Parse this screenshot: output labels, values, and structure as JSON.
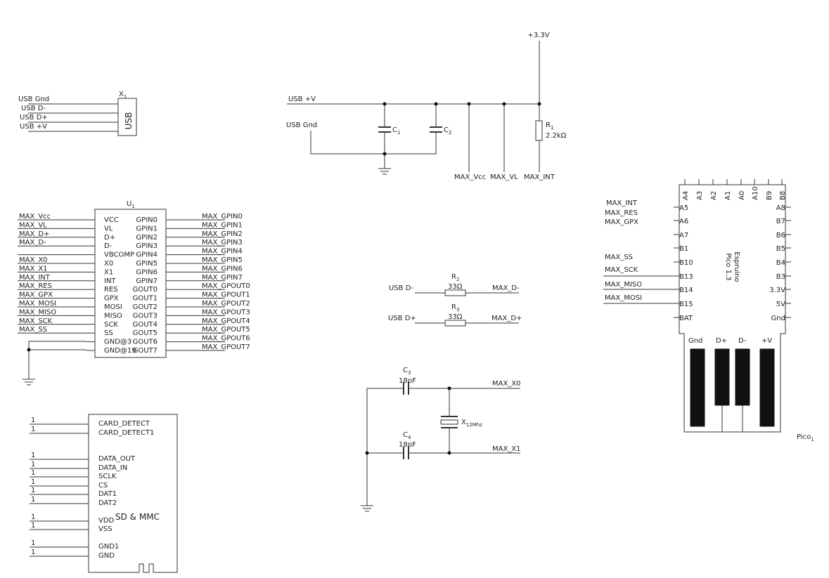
{
  "usb_connector": {
    "ref": "X",
    "ref_sub": "1",
    "body_label": "USB",
    "pins": [
      "USB Gnd",
      "USB D-",
      "USB D+",
      "USB +V"
    ]
  },
  "power": {
    "supply": "+3.3V",
    "usb_v": "USB +V",
    "usb_gnd": "USB Gnd",
    "c1": {
      "ref": "C",
      "sub": "1"
    },
    "c2": {
      "ref": "C",
      "sub": "2"
    },
    "r1": {
      "ref": "R",
      "sub": "1",
      "value": "2.2kΩ"
    },
    "nets": [
      "MAX_Vcc",
      "MAX_VL",
      "MAX_INT"
    ]
  },
  "u1": {
    "ref": "U",
    "ref_sub": "1",
    "left_nets": [
      "MAX_Vcc",
      "MAX_VL",
      "MAX_D+",
      "MAX_D-",
      "",
      "MAX_X0",
      "MAX_X1",
      "MAX_INT",
      "MAX_RES",
      "MAX_GPX",
      "MAX_MOSI",
      "MAX_MISO",
      "MAX_SCK",
      "MAX_SS",
      "",
      ""
    ],
    "left_pins": [
      "VCC",
      "VL",
      "D+",
      "D-",
      "VBCOMP",
      "X0",
      "X1",
      "INT",
      "RES",
      "GPX",
      "MOSI",
      "MISO",
      "SCK",
      "SS",
      "GND@3",
      "GND@19"
    ],
    "right_pins": [
      "GPIN0",
      "GPIN1",
      "GPIN2",
      "GPIN3",
      "GPIN4",
      "GPIN5",
      "GPIN6",
      "GPIN7",
      "GOUT0",
      "GOUT1",
      "GOUT2",
      "GOUT3",
      "GOUT4",
      "GOUT5",
      "GOUT6",
      "GOUT7"
    ],
    "right_nets": [
      "MAX_GPIN0",
      "MAX_GPIN1",
      "MAX_GPIN2",
      "MAX_GPIN3",
      "MAX_GPIN4",
      "MAX_GPIN5",
      "MAX_GPIN6",
      "MAX_GPIN7",
      "MAX_GPOUT0",
      "MAX_GPOUT1",
      "MAX_GPOUT2",
      "MAX_GPOUT3",
      "MAX_GPOUT4",
      "MAX_GPOUT5",
      "MAX_GPOUT6",
      "MAX_GPOUT7"
    ]
  },
  "resistors": [
    {
      "ref": "R",
      "sub": "2",
      "value": "33Ω",
      "left_net": "USB D-",
      "right_net": "MAX_D-"
    },
    {
      "ref": "R",
      "sub": "3",
      "value": "33Ω",
      "left_net": "USB D+",
      "right_net": "MAX_D+"
    }
  ],
  "crystal": {
    "c3": {
      "ref": "C",
      "sub": "3",
      "value": "18pF"
    },
    "c4": {
      "ref": "C",
      "sub": "4",
      "value": "18pF"
    },
    "x": {
      "ref": "X",
      "sub": "12Mhz"
    },
    "nets": [
      "MAX_X0",
      "MAX_X1"
    ]
  },
  "sd_card": {
    "label": "SD & MMC",
    "pin_numbers": [
      "1",
      "1",
      "1",
      "1",
      "1",
      "1",
      "1",
      "1",
      "1",
      "1",
      "1",
      "1"
    ],
    "pins": [
      "CARD_DETECT",
      "CARD_DETECT1",
      "DATA_OUT",
      "DATA_IN",
      "SCLK",
      "CS",
      "DAT1",
      "DAT2",
      "VDD",
      "VSS",
      "GND1",
      "GND"
    ]
  },
  "pico": {
    "title_line1": "Espruino",
    "title_line2": "Pico 1.3",
    "ref": "Pico",
    "ref_sub": "1",
    "top_pins": [
      "A4",
      "A3",
      "A2",
      "A1",
      "A0",
      "A10",
      "B9",
      "B8"
    ],
    "left_pins": [
      "A5",
      "A6",
      "A7",
      "B1",
      "B10",
      "B13",
      "B14",
      "B15",
      "BAT"
    ],
    "left_nets": [
      "MAX_RES",
      "MAX_GPX",
      "",
      "",
      "MAX_SS",
      "MAX_SCK",
      "MAX_MISO",
      "MAX_MOSI",
      ""
    ],
    "top_left_net": "MAX_INT",
    "right_pins": [
      "A8",
      "B7",
      "B6",
      "B5",
      "B4",
      "B3",
      "3.3V",
      "5V",
      "Gnd"
    ],
    "usb_pins": [
      "Gnd",
      "D+",
      "D-",
      "+V"
    ]
  }
}
